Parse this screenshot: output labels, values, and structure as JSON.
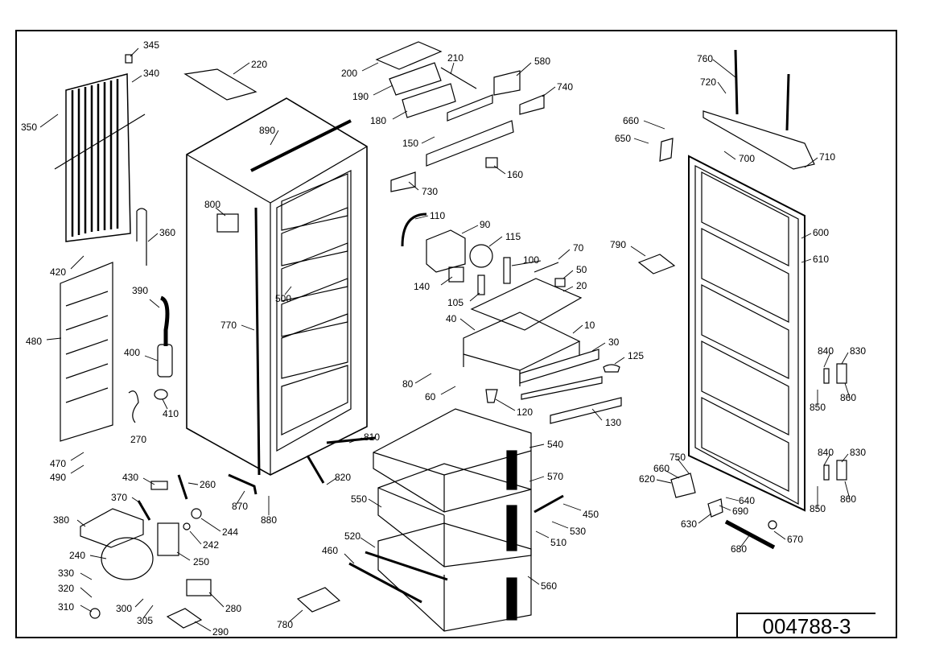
{
  "drawing_code": "004788-3",
  "part_labels": [
    "345",
    "340",
    "350",
    "420",
    "480",
    "360",
    "390",
    "400",
    "410",
    "270",
    "470",
    "490",
    "220",
    "890",
    "800",
    "770",
    "500",
    "200",
    "210",
    "190",
    "180",
    "150",
    "580",
    "740",
    "160",
    "730",
    "110",
    "90",
    "115",
    "140",
    "105",
    "70",
    "100",
    "50",
    "20",
    "40",
    "10",
    "30",
    "125",
    "80",
    "60",
    "120",
    "130",
    "810",
    "820",
    "540",
    "570",
    "550",
    "450",
    "530",
    "510",
    "520",
    "460",
    "560",
    "780",
    "430",
    "260",
    "370",
    "380",
    "244",
    "242",
    "250",
    "240",
    "330",
    "320",
    "310",
    "300",
    "305",
    "280",
    "290",
    "870",
    "880",
    "760",
    "720",
    "660",
    "650",
    "700",
    "710",
    "790",
    "600",
    "610",
    "840",
    "830",
    "850",
    "860",
    "840",
    "830",
    "850",
    "860",
    "750",
    "660",
    "620",
    "640",
    "630",
    "690",
    "680",
    "670"
  ]
}
